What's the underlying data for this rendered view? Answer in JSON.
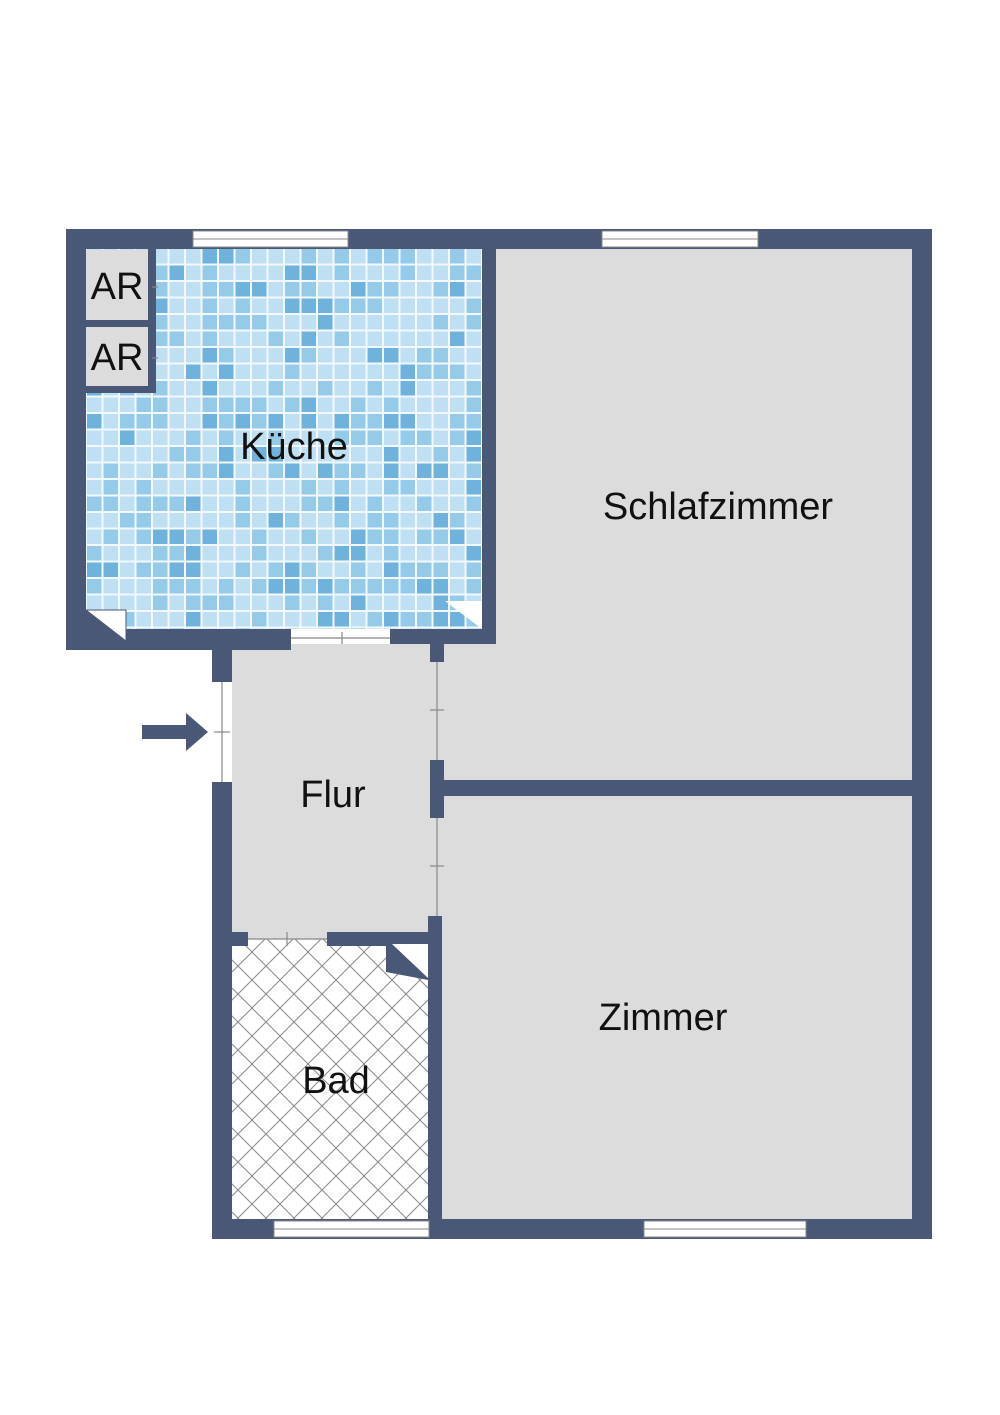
{
  "rooms": {
    "ar_1": "AR",
    "ar_2": "AR",
    "kueche": "Küche",
    "schlafzimmer": "Schlafzimmer",
    "flur": "Flur",
    "bad": "Bad",
    "zimmer": "Zimmer"
  },
  "colors": {
    "wall": "#4a5878",
    "floor": "#dcdcdc",
    "tile_light": "#bfe0f2",
    "tile_mid": "#95cbe8",
    "tile_dark": "#6fb3dc",
    "bath_floor": "#ffffff"
  },
  "icons": {
    "entrance": "entrance-arrow-icon"
  }
}
